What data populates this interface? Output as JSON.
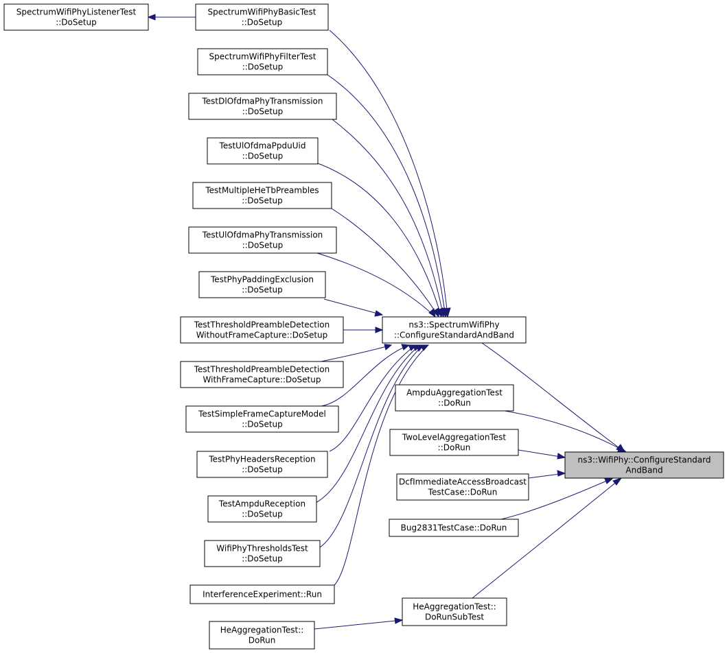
{
  "colors": {
    "edge": "#191970",
    "node_fill": "#ffffff",
    "focus_fill": "#bfbfbf",
    "border": "#000000"
  },
  "nodes": [
    {
      "id": "listener",
      "lines": [
        "SpectrumWifiPhyListenerTest",
        "::DoSetup"
      ]
    },
    {
      "id": "basic",
      "lines": [
        "SpectrumWifiPhyBasicTest",
        "::DoSetup"
      ]
    },
    {
      "id": "filter",
      "lines": [
        "SpectrumWifiPhyFilterTest",
        "::DoSetup"
      ]
    },
    {
      "id": "dlofdma",
      "lines": [
        "TestDlOfdmaPhyTransmission",
        "::DoSetup"
      ]
    },
    {
      "id": "ulppdu",
      "lines": [
        "TestUlOfdmaPpduUid",
        "::DoSetup"
      ]
    },
    {
      "id": "multihe",
      "lines": [
        "TestMultipleHeTbPreambles",
        "::DoSetup"
      ]
    },
    {
      "id": "ulofdma",
      "lines": [
        "TestUlOfdmaPhyTransmission",
        "::DoSetup"
      ]
    },
    {
      "id": "padding",
      "lines": [
        "TestPhyPaddingExclusion",
        "::DoSetup"
      ]
    },
    {
      "id": "thrwithout",
      "lines": [
        "TestThresholdPreambleDetection",
        "WithoutFrameCapture::DoSetup"
      ]
    },
    {
      "id": "thrwith",
      "lines": [
        "TestThresholdPreambleDetection",
        "WithFrameCapture::DoSetup"
      ]
    },
    {
      "id": "simplecap",
      "lines": [
        "TestSimpleFrameCaptureModel",
        "::DoSetup"
      ]
    },
    {
      "id": "headers",
      "lines": [
        "TestPhyHeadersReception",
        "::DoSetup"
      ]
    },
    {
      "id": "ampdurx",
      "lines": [
        "TestAmpduReception",
        "::DoSetup"
      ]
    },
    {
      "id": "thresholds",
      "lines": [
        "WifiPhyThresholdsTest",
        "::DoSetup"
      ]
    },
    {
      "id": "interf",
      "lines": [
        "InterferenceExperiment::Run"
      ]
    },
    {
      "id": "heagg",
      "lines": [
        "HeAggregationTest::",
        "DoRun"
      ]
    },
    {
      "id": "spectrum",
      "lines": [
        "ns3::SpectrumWifiPhy",
        "::ConfigureStandardAndBand"
      ]
    },
    {
      "id": "ampduagg",
      "lines": [
        "AmpduAggregationTest",
        "::DoRun"
      ]
    },
    {
      "id": "twolevel",
      "lines": [
        "TwoLevelAggregationTest",
        "::DoRun"
      ]
    },
    {
      "id": "dcf",
      "lines": [
        "DcfImmediateAccessBroadcast",
        "TestCase::DoRun"
      ]
    },
    {
      "id": "bug2831",
      "lines": [
        "Bug2831TestCase::DoRun"
      ]
    },
    {
      "id": "hesub",
      "lines": [
        "HeAggregationTest::",
        "DoRunSubTest"
      ]
    },
    {
      "id": "wifiphy",
      "lines": [
        "ns3::WifiPhy::ConfigureStandard",
        "AndBand"
      ]
    }
  ],
  "focus_node": "wifiphy",
  "edges": [
    {
      "from": "basic",
      "to": "listener"
    },
    {
      "from": "spectrum",
      "to": "basic"
    },
    {
      "from": "spectrum",
      "to": "filter"
    },
    {
      "from": "spectrum",
      "to": "dlofdma"
    },
    {
      "from": "spectrum",
      "to": "ulppdu"
    },
    {
      "from": "spectrum",
      "to": "multihe"
    },
    {
      "from": "spectrum",
      "to": "ulofdma"
    },
    {
      "from": "spectrum",
      "to": "padding"
    },
    {
      "from": "spectrum",
      "to": "thrwithout"
    },
    {
      "from": "spectrum",
      "to": "thrwith"
    },
    {
      "from": "spectrum",
      "to": "simplecap"
    },
    {
      "from": "spectrum",
      "to": "headers"
    },
    {
      "from": "spectrum",
      "to": "ampdurx"
    },
    {
      "from": "spectrum",
      "to": "thresholds"
    },
    {
      "from": "spectrum",
      "to": "interf"
    },
    {
      "from": "spectrum",
      "to": "heagg"
    },
    {
      "from": "wifiphy",
      "to": "spectrum"
    },
    {
      "from": "wifiphy",
      "to": "ampduagg"
    },
    {
      "from": "wifiphy",
      "to": "twolevel"
    },
    {
      "from": "wifiphy",
      "to": "dcf"
    },
    {
      "from": "wifiphy",
      "to": "bug2831"
    },
    {
      "from": "wifiphy",
      "to": "hesub"
    },
    {
      "from": "hesub",
      "to": "heagg"
    }
  ]
}
